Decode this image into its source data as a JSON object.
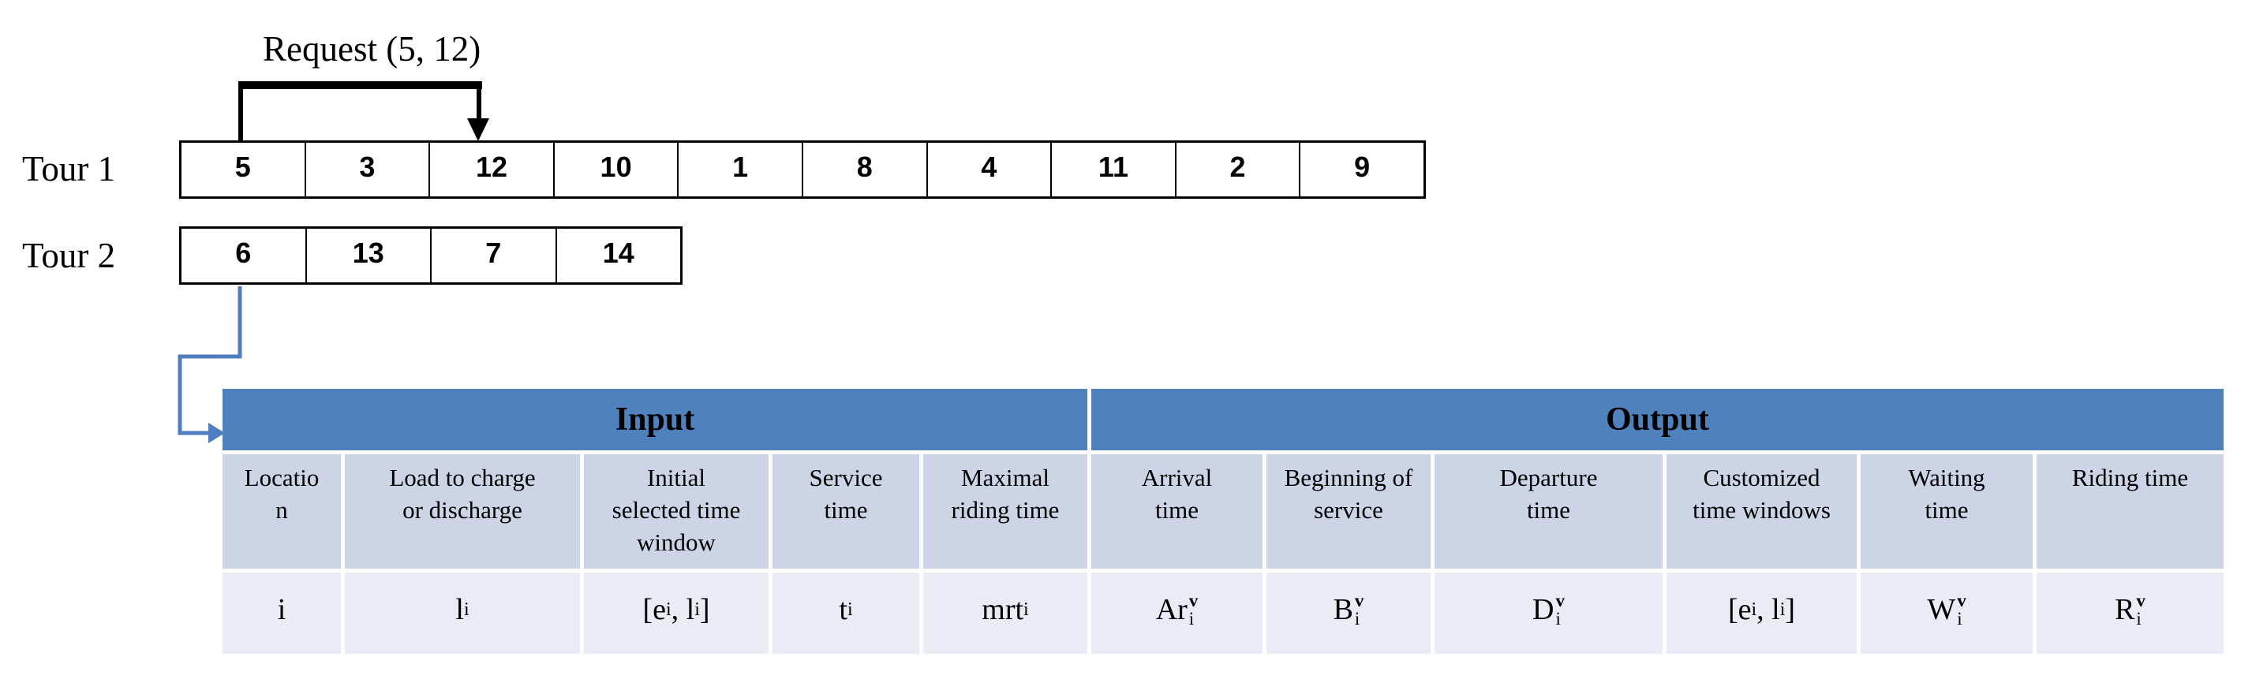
{
  "figure": {
    "request_label": "Request (5, 12)",
    "tours": [
      {
        "label": "Tour 1",
        "cells": [
          "5",
          "3",
          "12",
          "10",
          "1",
          "8",
          "4",
          "11",
          "2",
          "9"
        ]
      },
      {
        "label": "Tour 2",
        "cells": [
          "6",
          "13",
          "7",
          "14"
        ]
      }
    ],
    "table": {
      "group_headers": [
        {
          "label": "Input",
          "span": 5
        },
        {
          "label": "Output",
          "span": 6
        }
      ],
      "columns": [
        {
          "header": "Locatio\nn",
          "value": [
            {
              "t": "i"
            }
          ]
        },
        {
          "header": "Load to charge\nor discharge",
          "value": [
            {
              "t": "l"
            },
            {
              "sub": "i"
            }
          ]
        },
        {
          "header": "Initial\nselected time\nwindow",
          "value": [
            {
              "t": "[e"
            },
            {
              "sub": "i"
            },
            {
              "t": ", l"
            },
            {
              "sub": "i"
            },
            {
              "t": "]"
            }
          ]
        },
        {
          "header": "Service\ntime",
          "value": [
            {
              "t": "t"
            },
            {
              "sub": "i"
            }
          ]
        },
        {
          "header": "Maximal\nriding time",
          "value": [
            {
              "t": "mrt"
            },
            {
              "sub": "i"
            }
          ]
        },
        {
          "header": "Arrival\ntime",
          "value": [
            {
              "t": "Ar"
            },
            {
              "stack": {
                "sup": "v",
                "sub": "i"
              }
            }
          ]
        },
        {
          "header": "Beginning of\nservice",
          "value": [
            {
              "t": "B"
            },
            {
              "stack": {
                "sup": "v",
                "sub": "i"
              }
            }
          ]
        },
        {
          "header": "Departure\ntime",
          "value": [
            {
              "t": "D"
            },
            {
              "stack": {
                "sup": "v",
                "sub": "i"
              }
            }
          ]
        },
        {
          "header": "Customized\ntime windows",
          "value": [
            {
              "t": "[e"
            },
            {
              "sub": "i"
            },
            {
              "t": ", l"
            },
            {
              "sub": "i"
            },
            {
              "t": "]"
            }
          ]
        },
        {
          "header": "Waiting\ntime",
          "value": [
            {
              "t": "W"
            },
            {
              "stack": {
                "sup": "v",
                "sub": "i"
              }
            }
          ]
        },
        {
          "header": "Riding time",
          "value": [
            {
              "t": "R"
            },
            {
              "stack": {
                "sup": "v",
                "sub": "i"
              }
            }
          ]
        }
      ]
    },
    "colors": {
      "header_blue": "#4f81bd",
      "subheader_bg": "#cdd4e6",
      "value_row_bg": "#e9ebf5",
      "arrow_blue": "#4f7dbf",
      "line_black": "#000000"
    }
  }
}
